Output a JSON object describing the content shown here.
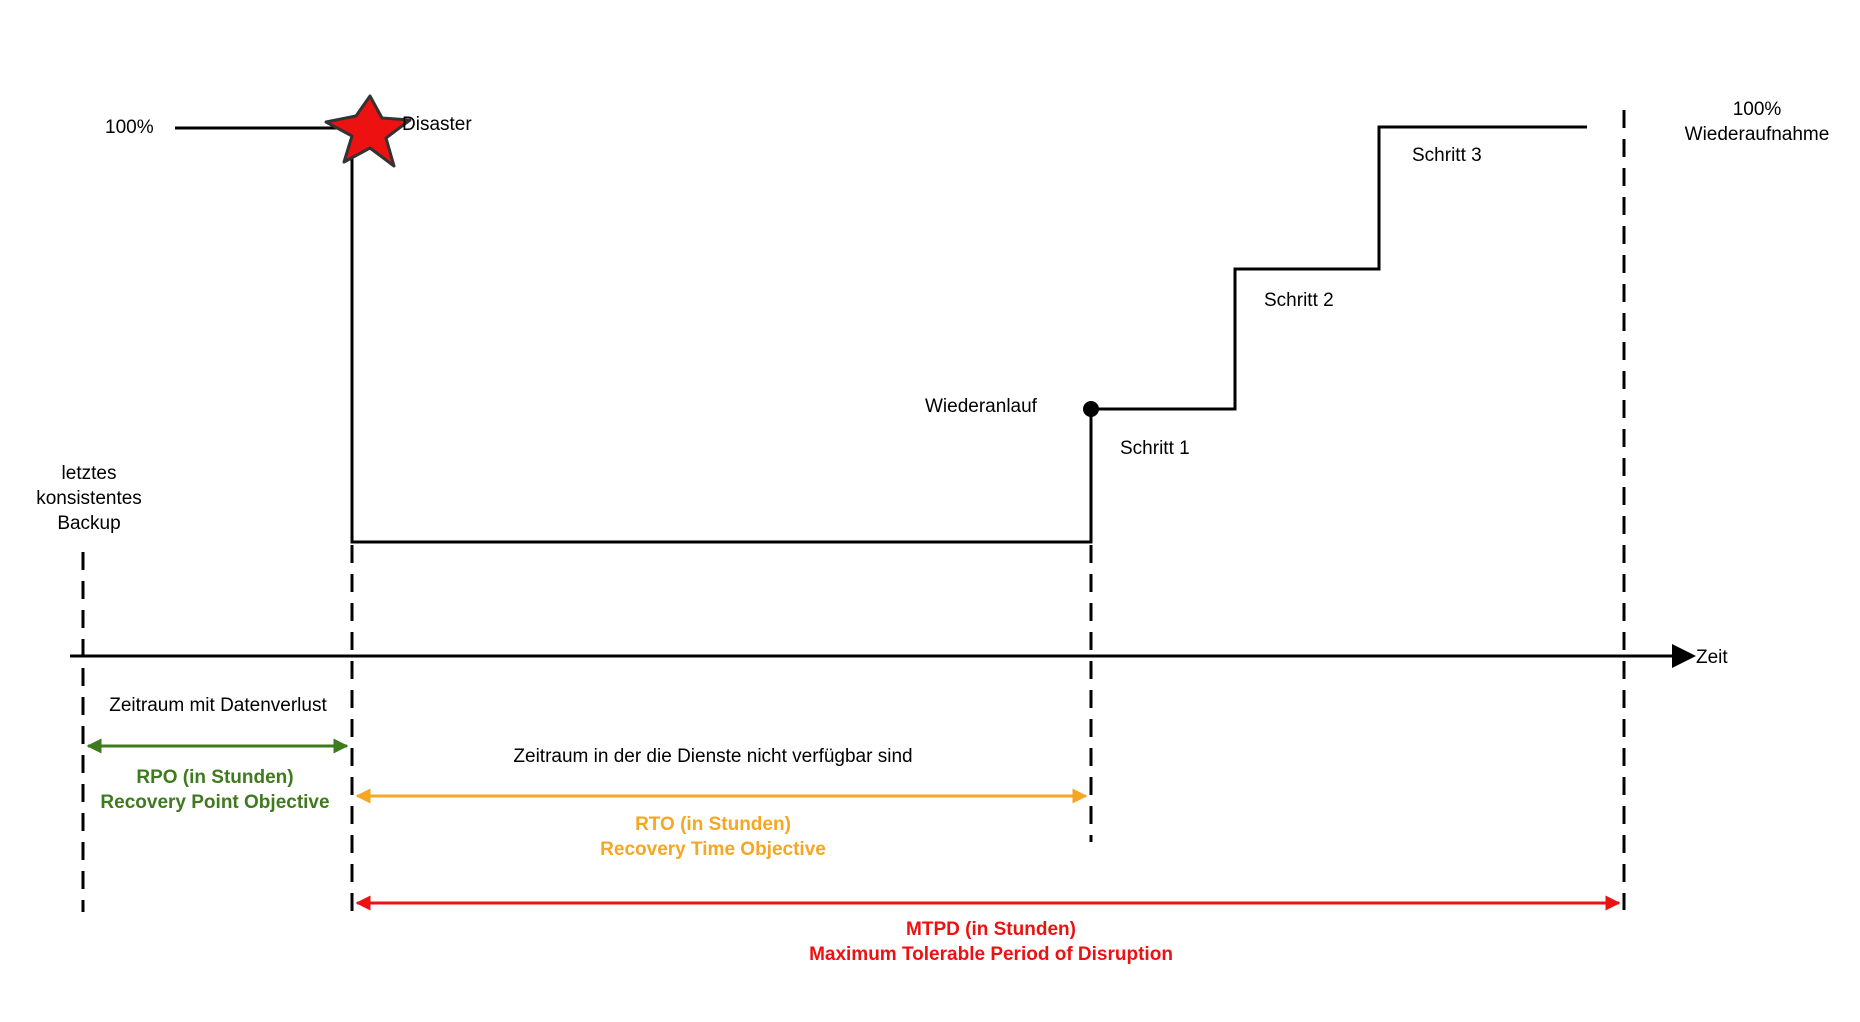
{
  "colors": {
    "line": "#000000",
    "rpo": "#3f7a1f",
    "rto": "#f5a623",
    "mtpd": "#ee1111",
    "star_fill": "#ee1111",
    "star_stroke": "#333333"
  },
  "labels": {
    "level_100": "100%",
    "disaster": "Disaster",
    "resumption_pct": "100%",
    "resumption": "Wiederaufnahme",
    "backup_line1": "letztes",
    "backup_line2": "konsistentes",
    "backup_line3": "Backup",
    "restart": "Wiederanlauf",
    "step1": "Schritt 1",
    "step2": "Schritt 2",
    "step3": "Schritt 3",
    "time_axis": "Zeit"
  },
  "spans": {
    "data_loss": "Zeitraum mit Datenverlust",
    "rpo_title": "RPO (in Stunden)",
    "rpo_sub": "Recovery Point Objective",
    "unavailable": "Zeitraum in der die Dienste nicht verfügbar sind",
    "rto_title": "RTO (in Stunden)",
    "rto_sub": "Recovery Time Objective",
    "mtpd_title": "MTPD (in Stunden)",
    "mtpd_sub": "Maximum Tolerable Period of Disruption"
  },
  "icons": {
    "disaster": "red-star-icon",
    "restart": "filled-dot-icon",
    "axis_end": "arrowhead-icon"
  }
}
